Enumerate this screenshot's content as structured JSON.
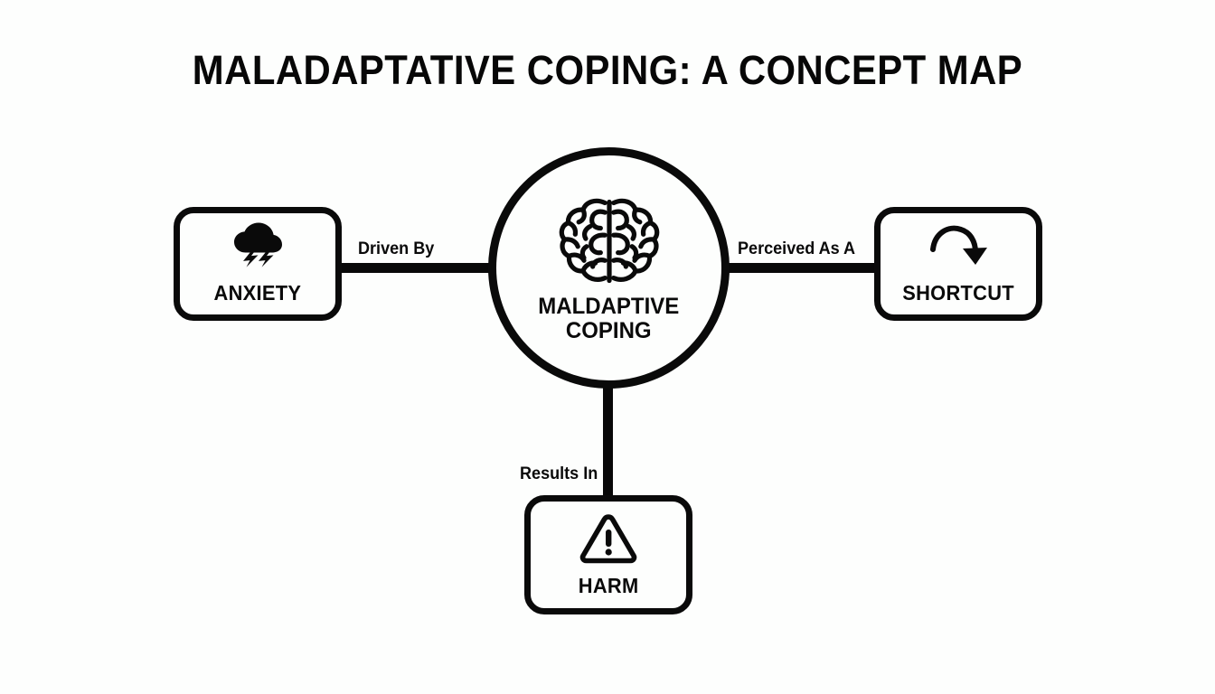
{
  "diagram": {
    "title": "MALADAPTATIVE COPING: A CONCEPT MAP",
    "background_color": "#fdfefd",
    "ink_color": "#0a0a0a",
    "type": "concept-map",
    "center_node": {
      "id": "maladaptive-coping",
      "label_line1": "MALDAPTIVE",
      "label_line2": "COPING",
      "icon": "brain-icon",
      "shape": "circle"
    },
    "nodes": [
      {
        "id": "anxiety",
        "label": "ANXIETY",
        "icon": "storm-cloud-lightning-icon",
        "shape": "rounded-rect",
        "position": "left"
      },
      {
        "id": "shortcut",
        "label": "SHORTCUT",
        "icon": "curved-arrow-icon",
        "shape": "rounded-rect",
        "position": "right"
      },
      {
        "id": "harm",
        "label": "HARM",
        "icon": "warning-triangle-icon",
        "shape": "rounded-rect",
        "position": "bottom"
      }
    ],
    "edges": [
      {
        "id": "edge-anxiety",
        "label": "Driven By",
        "from": "anxiety",
        "to": "maladaptive-coping"
      },
      {
        "id": "edge-shortcut",
        "label": "Perceived As A",
        "from": "maladaptive-coping",
        "to": "shortcut"
      },
      {
        "id": "edge-harm",
        "label": "Results In",
        "from": "maladaptive-coping",
        "to": "harm"
      }
    ]
  }
}
